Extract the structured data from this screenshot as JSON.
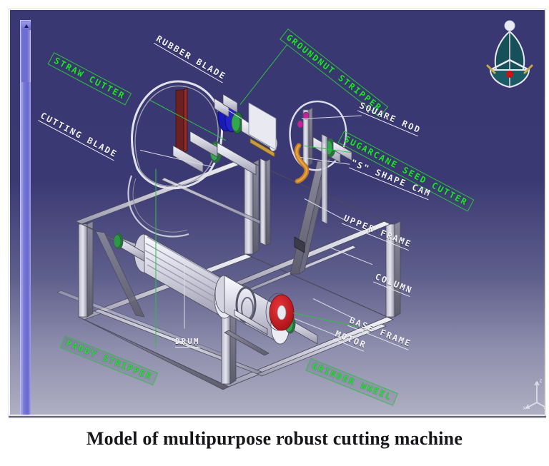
{
  "caption": "Model of multipurpose robust cutting machine",
  "viewport": {
    "background_top_color": "#3a3872",
    "background_bottom_color": "#b0b0c4"
  },
  "scrollbar": {
    "up_arrow": "scroll-up",
    "down_arrow": "scroll-down",
    "thumb": "scroll-thumb"
  },
  "colors": {
    "label_green": "#22e032",
    "label_white": "#f2f2f6",
    "grinder_wheel_red": "#c4151c",
    "metal_light": "#d8d8e4",
    "metal_mid": "#b3b3c4",
    "metal_dark": "#6f6f80",
    "bearing_green": "#1d7a32",
    "pulley_blue": "#1a1ab4",
    "cam_orange": "#c07a22",
    "blade_maroon": "#6e1f1f",
    "compass_teal": "#18505a"
  },
  "labels": {
    "green": [
      {
        "id": "straw-cutter",
        "text": "STRAW CUTTER"
      },
      {
        "id": "groundnut-stripper",
        "text": "GROUNDNUT STRIPPER"
      },
      {
        "id": "sugarcane-seed-cutter",
        "text": "SUGARCANE SEED CUTTER"
      },
      {
        "id": "paddy-stripper",
        "text": "PADDY STRIPPER"
      },
      {
        "id": "grinder-wheel",
        "text": "GRINDER WHEEL"
      }
    ],
    "white": [
      {
        "id": "rubber-blade",
        "text": "RUBBER BLADE"
      },
      {
        "id": "cutting-blade",
        "text": "CUTTING BLADE"
      },
      {
        "id": "square-rod",
        "text": "SQUARE ROD"
      },
      {
        "id": "s-shape-cam",
        "text": "\"S\"  SHAPE CAM"
      },
      {
        "id": "upper-frame",
        "text": "UPPER FRAME"
      },
      {
        "id": "column",
        "text": "COLUMN"
      },
      {
        "id": "base-frame",
        "text": "BASE FRAME"
      },
      {
        "id": "motor",
        "text": "MOTOR"
      },
      {
        "id": "drum",
        "text": "DRUM"
      }
    ]
  },
  "axis_triad": {
    "x": "x",
    "y": "y",
    "z": "z"
  }
}
